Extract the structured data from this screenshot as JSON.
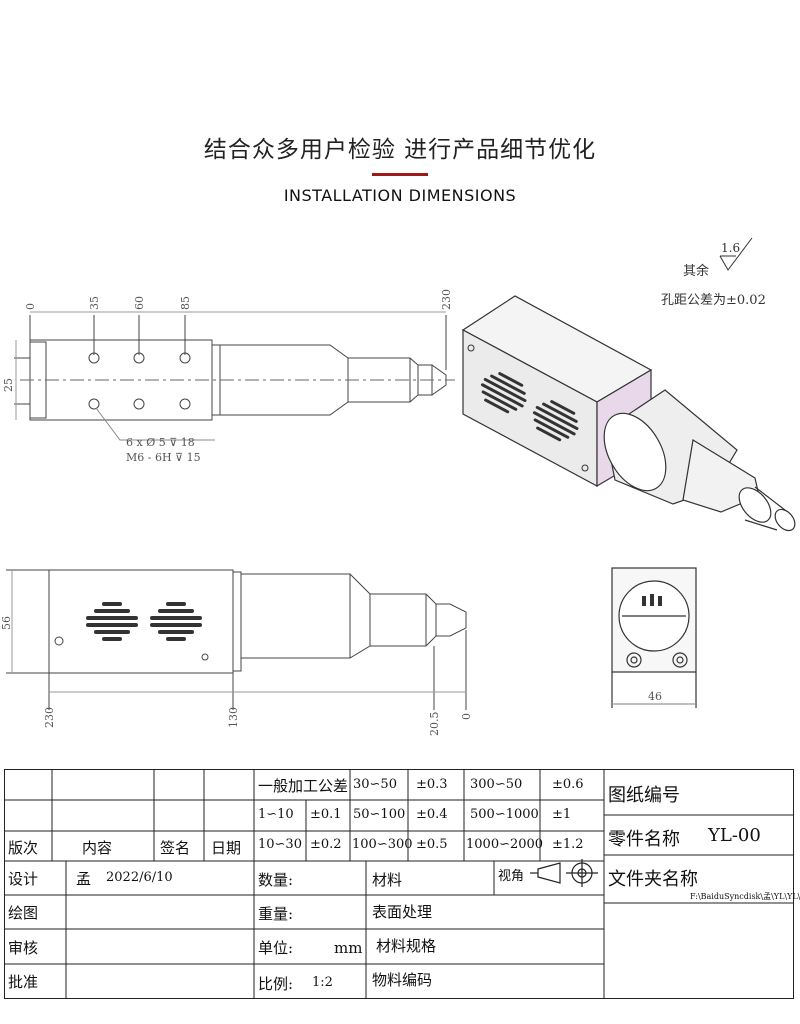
{
  "header": {
    "title_cn": "结合众多用户检验 进行产品细节优化",
    "title_en": "INSTALLATION DIMENSIONS"
  },
  "notes": {
    "rest_label": "其余",
    "roughness": "1.6",
    "hole_tolerance": "孔距公差为±0.02"
  },
  "dims": {
    "top_ticks": [
      "0",
      "35",
      "60",
      "85",
      "230"
    ],
    "left_height": "25",
    "hole_note_1": "6 x Ø 5 ⊽ 18",
    "hole_note_2": "M6 - 6H ⊽ 15",
    "front_height": "56",
    "bottom_ticks": [
      "230",
      "130",
      "20.5",
      "0"
    ],
    "end_width": "46"
  },
  "title_block": {
    "general_tol": "一般加工公差",
    "tol_rows": [
      [
        "30∽50",
        "±0.3",
        "300∽50",
        "±0.6"
      ],
      [
        "1∽10",
        "±0.1",
        "50∽100",
        "±0.4",
        "500∽1000",
        "±1"
      ],
      [
        "10∽30",
        "±0.2",
        "100∽300",
        "±0.5",
        "1000∽2000",
        "±1.2"
      ]
    ],
    "drawing_no": "图纸编号",
    "part_name": "零件名称",
    "part_value": "YL-00",
    "folder": "文件夹名称",
    "folder_path": "F:\\BaiduSyncdisk\\孟\\YL\\YL\\",
    "rev_headers": [
      "版次",
      "内容",
      "签名",
      "日期"
    ],
    "rows": {
      "design": "设计",
      "designer": "孟",
      "design_date": "2022/6/10",
      "draw": "绘图",
      "review": "审核",
      "approve": "批准",
      "qty": "数量:",
      "material": "材料",
      "view_angle": "视角",
      "weight": "重量:",
      "surface": "表面处理",
      "unit": "单位:",
      "unit_value": "mm",
      "mat_spec": "材料规格",
      "scale": "比例:",
      "scale_value": "1:2",
      "mat_code": "物料编码"
    }
  }
}
